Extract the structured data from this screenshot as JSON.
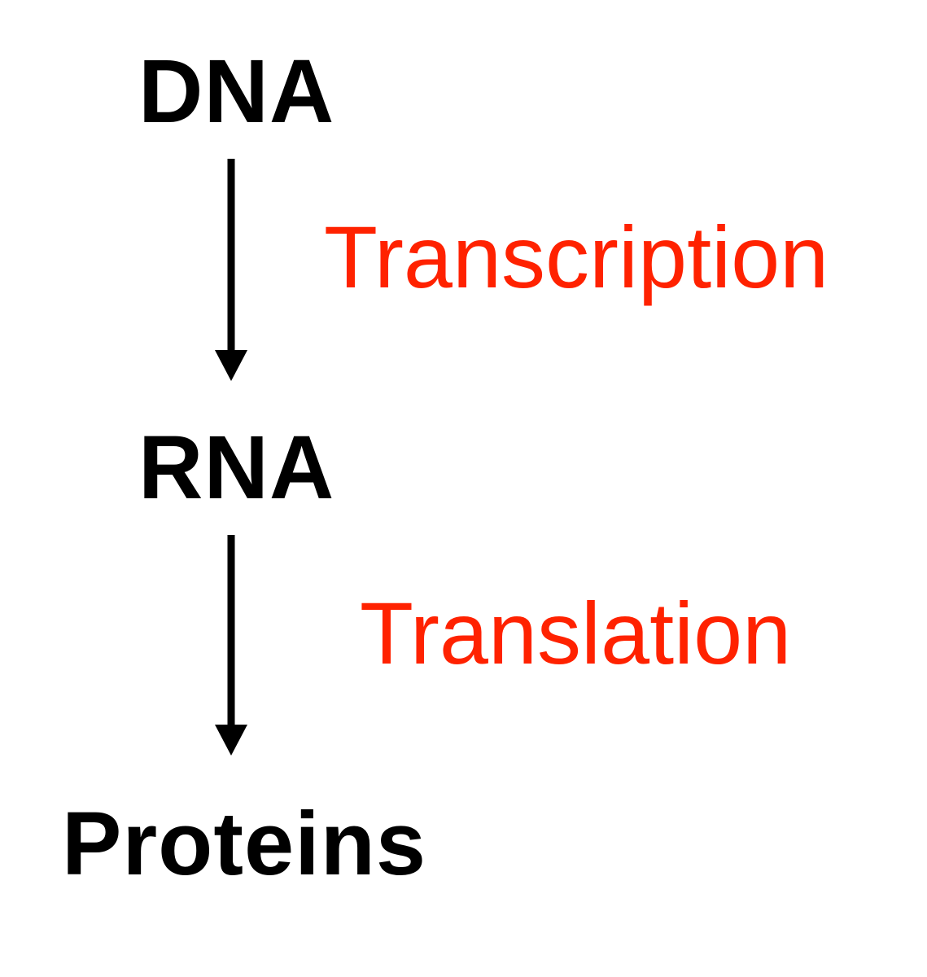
{
  "nodes": {
    "dna": "DNA",
    "rna": "RNA",
    "proteins": "Proteins"
  },
  "processes": {
    "transcription": "Transcription",
    "translation": "Translation"
  },
  "colors": {
    "node_text": "#000000",
    "process_text": "#ff2200",
    "arrow": "#000000"
  }
}
